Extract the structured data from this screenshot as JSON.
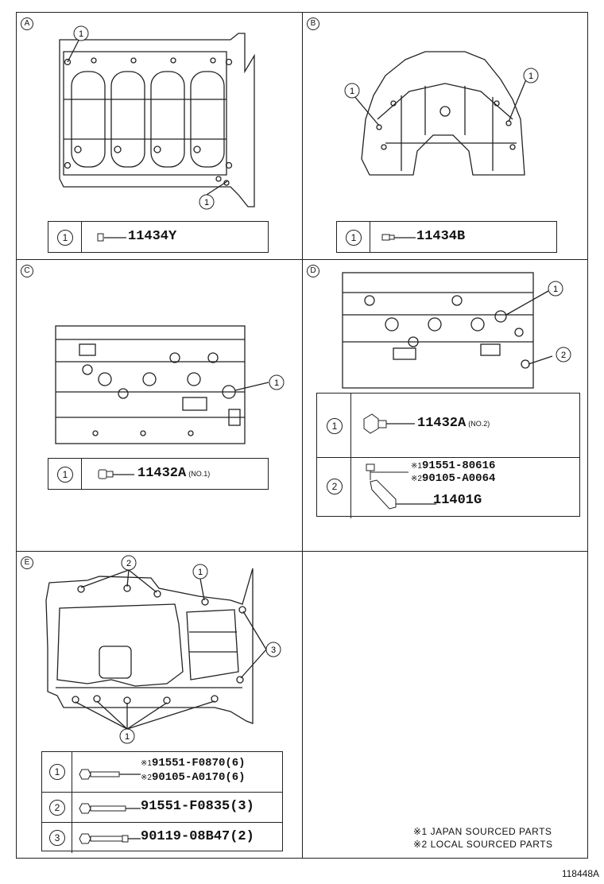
{
  "figure_id": "118448A",
  "panels": {
    "A": {
      "letter": "A",
      "callouts": [
        "1",
        "1"
      ],
      "parts": [
        {
          "index": "1",
          "part_no": "11434Y",
          "note": ""
        }
      ]
    },
    "B": {
      "letter": "B",
      "callouts": [
        "1",
        "1"
      ],
      "parts": [
        {
          "index": "1",
          "part_no": "11434B",
          "note": ""
        }
      ]
    },
    "C": {
      "letter": "C",
      "callouts": [
        "1"
      ],
      "parts": [
        {
          "index": "1",
          "part_no": "11432A",
          "note": "(NO.1)"
        }
      ]
    },
    "D": {
      "letter": "D",
      "callouts": [
        "1",
        "2"
      ],
      "parts": [
        {
          "index": "1",
          "part_no": "11432A",
          "note": "(NO.2)"
        },
        {
          "index": "2",
          "mark1": "※1",
          "part_no_1": "91551-80616",
          "mark2": "※2",
          "part_no_2": "90105-A0064",
          "part_no_3": "11401G"
        }
      ]
    },
    "E": {
      "letter": "E",
      "callouts": [
        "2",
        "1",
        "3",
        "1"
      ],
      "parts": [
        {
          "index": "1",
          "mark1": "※1",
          "part_no_1": "91551-F0870(6)",
          "mark2": "※2",
          "part_no_2": "90105-A0170(6)"
        },
        {
          "index": "2",
          "part_no": "91551-F0835(3)"
        },
        {
          "index": "3",
          "part_no": "90119-08B47(2)"
        }
      ]
    }
  },
  "footnotes": {
    "line1": "※1 JAPAN SOURCED PARTS",
    "line2": "※2 LOCAL SOURCED PARTS"
  },
  "colors": {
    "ink": "#222222",
    "background": "#ffffff"
  },
  "icons": [
    "engine-block-top-icon",
    "engine-block-rear-icon",
    "engine-block-side-icon",
    "oil-pan-icon",
    "plug-icon",
    "bolt-icon",
    "stud-icon"
  ]
}
